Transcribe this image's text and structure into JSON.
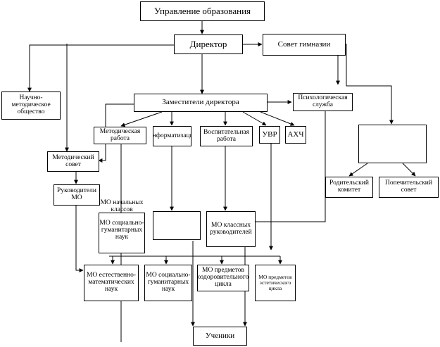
{
  "nodes": {
    "education_department": "Управление образования",
    "director": "Директор",
    "gymnasium_council": "Совет гимназии",
    "scientific_society": "Научно-методическое общество",
    "deputy_directors": "Заместители директора",
    "psychological_service": "Психологическая служба",
    "methodical_work": "Методическая работа",
    "information_technology": "Информатизация",
    "educational_work": "Воспитательная работа",
    "uvr": "УВР",
    "ahch": "АХЧ",
    "methodical_council": "Методический совет",
    "mo_heads": "Руководители МО",
    "parent_committee": "Родительский комитет",
    "board_of_trustees": "Попечительский совет",
    "mo_primary": "МО начальных классов",
    "mo_humanities_upper": "МО социально-гуманитарных наук",
    "mo_class_teachers": "МО классных руководителей",
    "mo_natural_math": "МО естественно-математических наук",
    "mo_humanities": "МО социально-гуманитарных наук",
    "mo_health": "МО предметов оздоровительного цикла",
    "mo_aesthetic": "МО предметов эстетического цикла",
    "students": "Ученики"
  },
  "colors": {
    "line": "#000000",
    "box_fill": "#ffffff",
    "background": "#ffffff"
  }
}
